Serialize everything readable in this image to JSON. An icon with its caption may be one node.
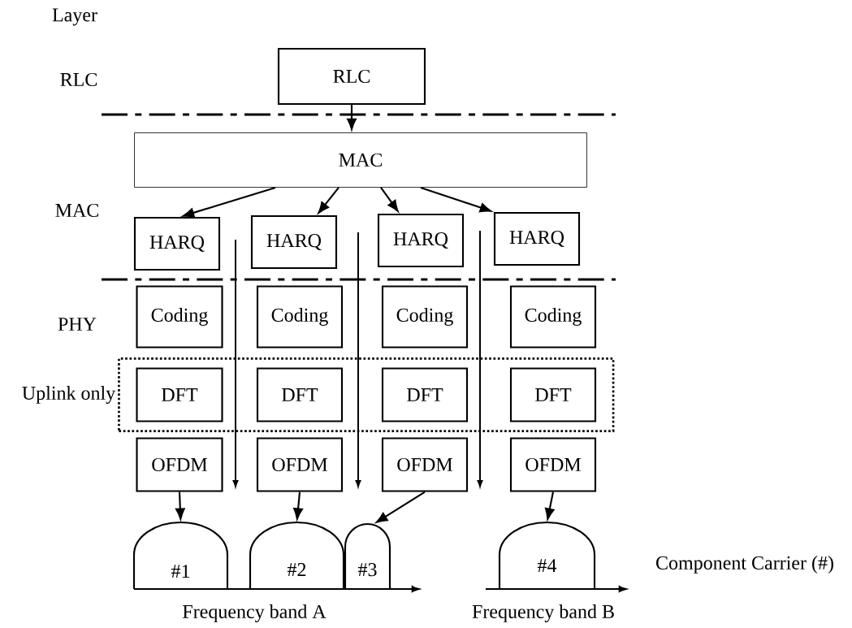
{
  "diagram": {
    "nodes": [
      {
        "text": [
          "RLC"
        ]
      },
      {
        "text": [
          "MAC"
        ]
      },
      {
        "text": [
          "HARQ"
        ]
      },
      {
        "text": [
          "HARQ"
        ]
      },
      {
        "text": [
          "HARQ"
        ]
      },
      {
        "text": [
          "HARQ"
        ]
      },
      {
        "text": [
          "Coding"
        ]
      },
      {
        "text": [
          "Coding"
        ]
      },
      {
        "text": [
          "Coding"
        ]
      },
      {
        "text": [
          "Coding"
        ]
      },
      {
        "text": [
          "Uplink only"
        ]
      },
      {
        "text": [
          "DFT"
        ],
        "in": 10
      },
      {
        "text": [
          "DFT"
        ],
        "in": 10
      },
      {
        "text": [
          "DFT"
        ],
        "in": 10
      },
      {
        "text": [
          "DFT"
        ],
        "in": 10
      },
      {
        "text": [
          "OFDM"
        ]
      },
      {
        "text": [
          "OFDM"
        ]
      },
      {
        "text": [
          "OFDM"
        ]
      },
      {
        "text": [
          "OFDM"
        ]
      },
      {
        "text": [
          "#1"
        ]
      },
      {
        "text": [
          "#2"
        ]
      },
      {
        "text": [
          "#3"
        ]
      },
      {
        "text": [
          "#4"
        ]
      }
    ],
    "edges": [
      {
        "from": 0,
        "to": 1,
        "arrow": "to"
      },
      {
        "from": 1,
        "to": 2,
        "arrow": "to"
      },
      {
        "from": 1,
        "to": 3,
        "arrow": "to"
      },
      {
        "from": 1,
        "to": 4,
        "arrow": "to"
      },
      {
        "from": 1,
        "to": 5,
        "arrow": "to"
      },
      {
        "from": 15,
        "to": 19,
        "arrow": "to"
      },
      {
        "from": 16,
        "to": 20,
        "arrow": "to"
      },
      {
        "from": 17,
        "to": 21,
        "arrow": "to"
      },
      {
        "from": 18,
        "to": 22,
        "arrow": "to"
      }
    ],
    "labels": [
      "Layer",
      "RLC",
      "MAC",
      "PHY",
      "Component Carrier (#)",
      "Frequency band A",
      "Frequency band B"
    ]
  }
}
